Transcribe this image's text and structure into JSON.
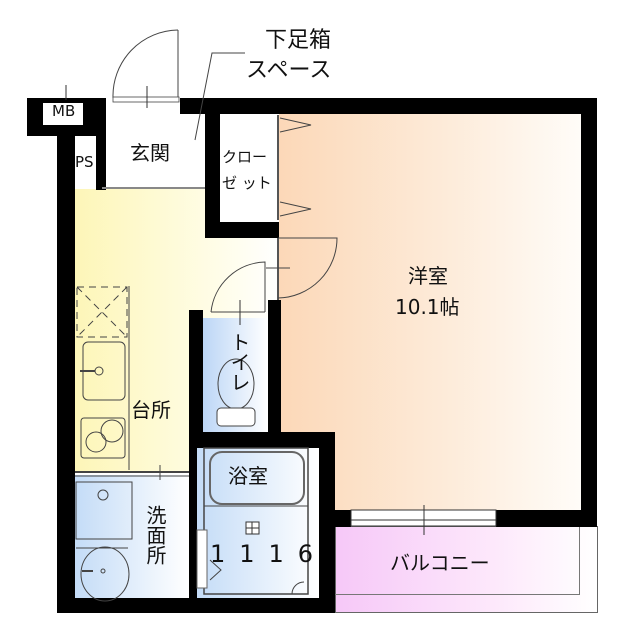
{
  "plan": {
    "callout": {
      "line1": "下足箱",
      "line2": "スペース"
    },
    "rooms": {
      "mb": {
        "label": "MB"
      },
      "ps": {
        "label": "PS"
      },
      "entrance": {
        "label": "玄関"
      },
      "closet": {
        "line1": "クロー",
        "line2": "ゼ ット"
      },
      "western": {
        "name": "洋室",
        "size": "10.1帖"
      },
      "kitchen": {
        "label": "台所"
      },
      "toilet": {
        "label": "トイレ"
      },
      "bath": {
        "label": "浴室",
        "unit_size": "1116"
      },
      "washroom": {
        "label": "洗面所"
      },
      "balcony": {
        "label": "バルコニー"
      }
    },
    "colors": {
      "wall": "#000000",
      "western_floor": "#fde0c8",
      "kitchen_floor": "#fdfbc8",
      "wet_area": "#cfe2f8",
      "balcony": "#f8d0fa"
    }
  }
}
